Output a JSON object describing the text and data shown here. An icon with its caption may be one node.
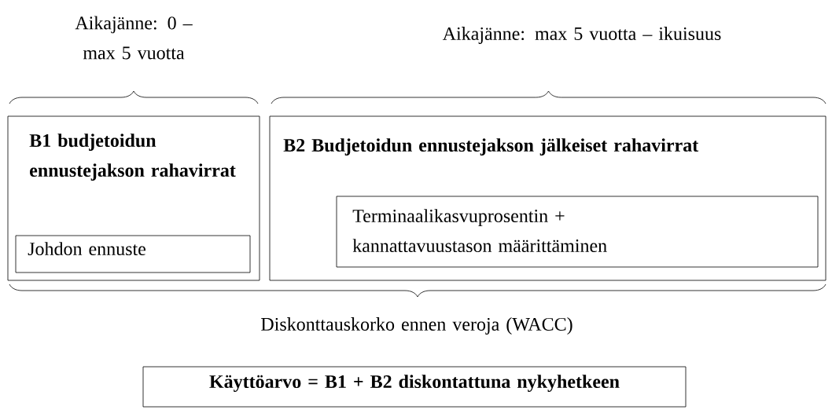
{
  "diagram": {
    "nodes": [
      {
        "text": [
          "B1 budjetoidun ennustejakson rahavirrat"
        ]
      },
      {
        "text": [
          "Johdon ennuste"
        ],
        "in": 0
      },
      {
        "text": [
          "B2 Budjetoidun ennustejakson jälkeiset rahavirrat"
        ]
      },
      {
        "text": [
          "Terminaalikasvuprosentin + kannattavuustason määrittäminen"
        ],
        "in": 2
      },
      {
        "text": [
          "Käyttöarvo = B1 + B2 diskontattuna nykyhetkeen"
        ]
      }
    ],
    "edges": [],
    "labels": [
      "Aikajänne: 0 – max 5 vuotta",
      "Aikajänne: max 5 vuotta – ikuisuus",
      "Diskonttauskorko ennen veroja (WACC)"
    ]
  }
}
